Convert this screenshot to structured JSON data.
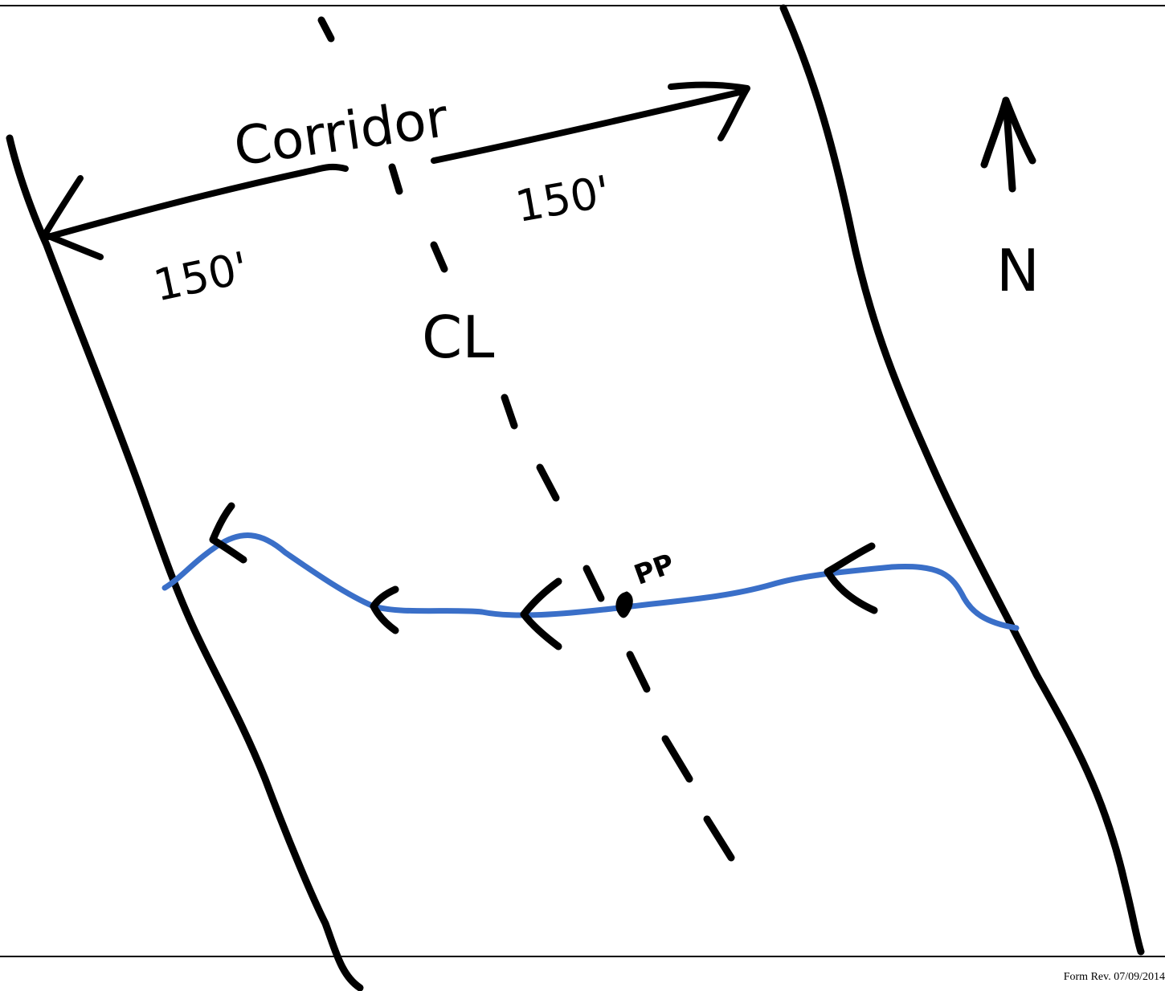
{
  "sketch": {
    "corridor_label": "Corridor",
    "left_width_label": "150'",
    "right_width_label": "150'",
    "centerline_label": "CL",
    "point_label": "PP",
    "north_label": "N",
    "stream_color": "#3a6fc8",
    "ink_color": "#000000"
  },
  "footer": {
    "form_revision": "Form Rev. 07/09/2014"
  }
}
